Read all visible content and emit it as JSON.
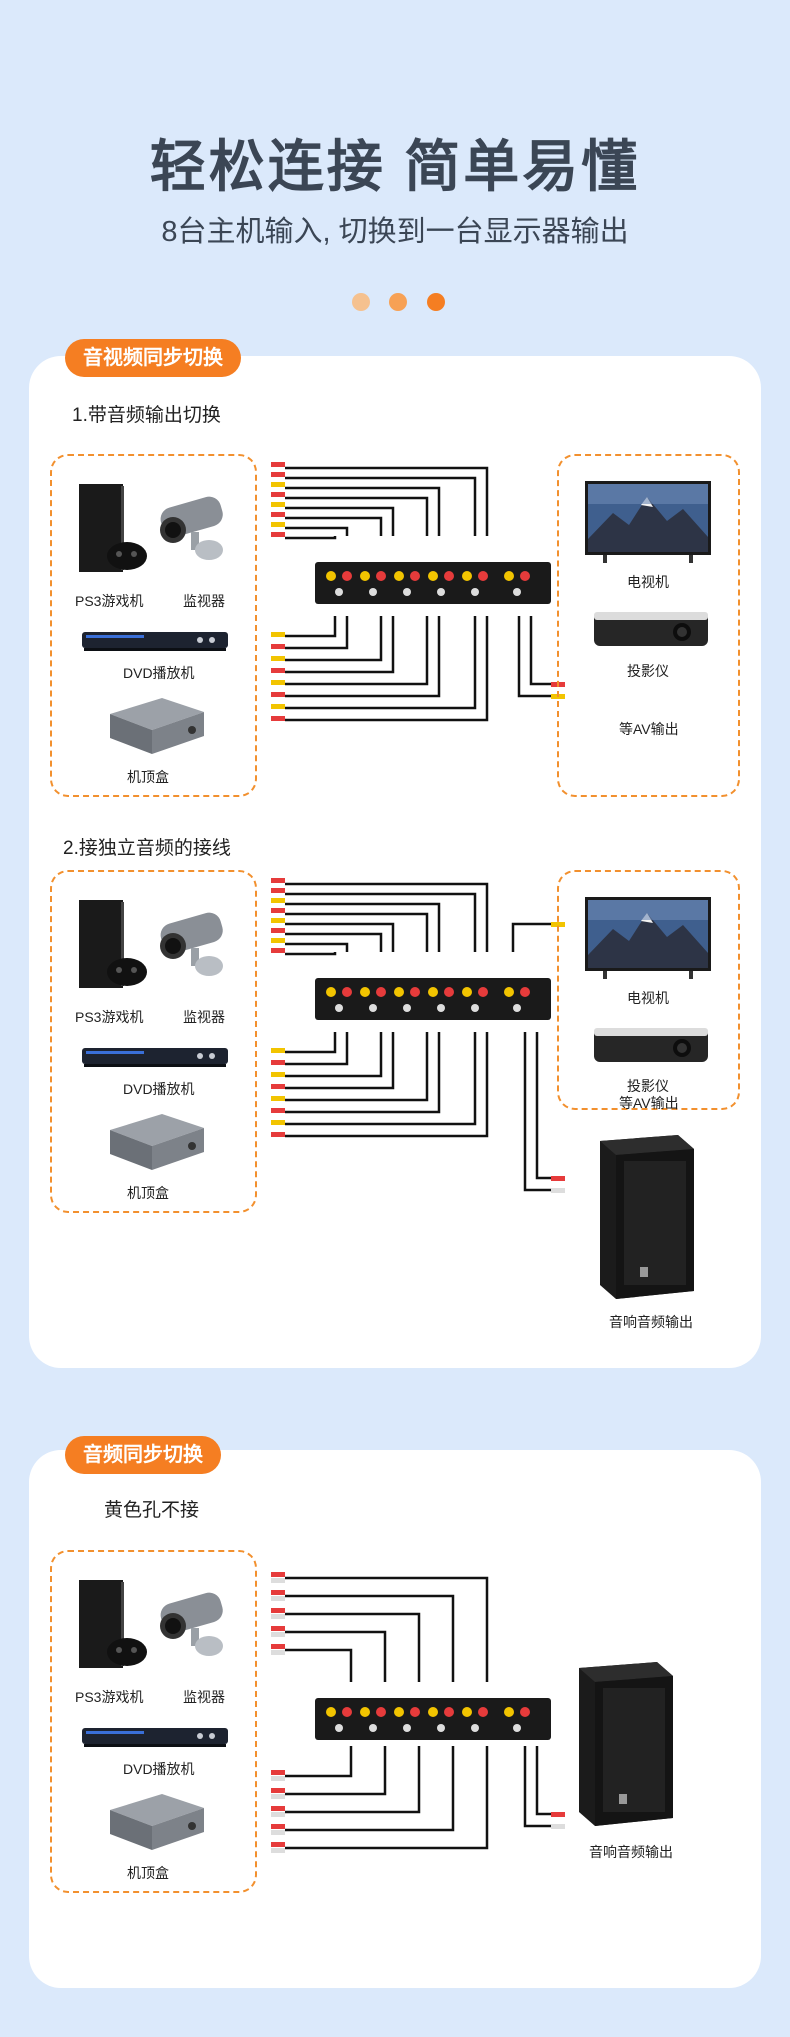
{
  "header": {
    "title": "轻松连接 简单易懂",
    "subtitle": "8台主机输入, 切换到一台显示器输出"
  },
  "colors": {
    "accent": "#f57e22",
    "dot1": "#f5c18f",
    "dot2": "#f7a155",
    "dot3": "#f57e22",
    "background": "#dbe9fb"
  },
  "section1": {
    "badge": "音视频同步切换",
    "step1": "1.带音频输出切换",
    "step2": "2.接独立音频的接线",
    "sources": {
      "ps3": "PS3游戏机",
      "camera": "监视器",
      "dvd": "DVD播放机",
      "stb": "机顶盒"
    },
    "outputs1": {
      "tv": "电视机",
      "projector": "投影仪",
      "av": "等AV输出"
    },
    "outputs2": {
      "tv": "电视机",
      "projector": "投影仪",
      "av": "等AV输出",
      "speaker": "音响音频输出"
    }
  },
  "section2": {
    "badge": "音频同步切换",
    "note": "黄色孔不接",
    "sources": {
      "ps3": "PS3游戏机",
      "camera": "监视器",
      "dvd": "DVD播放机",
      "stb": "机顶盒"
    },
    "speaker": "音响音频输出"
  }
}
